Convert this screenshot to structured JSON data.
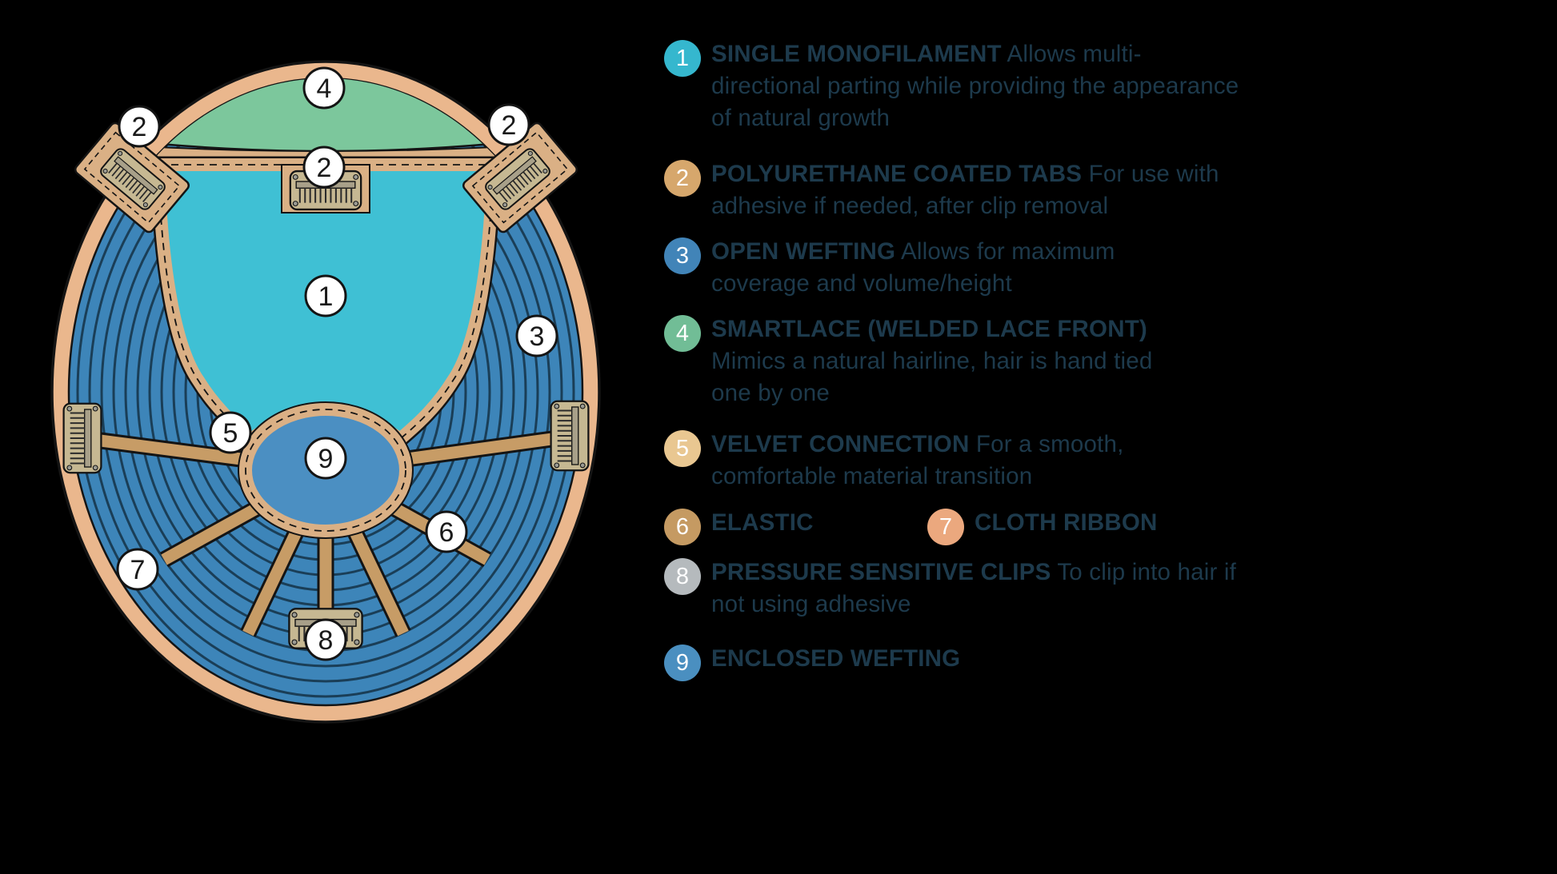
{
  "background": "#000000",
  "diagram": {
    "alt": "Wig cap construction diagram, inside view",
    "colors": {
      "rim": "#eab78d",
      "wefting": "#3d85b9",
      "weft_lines": "#1a3e57",
      "monofilament": "#3fc0d4",
      "lace_front": "#7cc79c",
      "ribbon": "#dab085",
      "spoke": "#c79c66",
      "enclosed_wefting": "#4b8fc2",
      "clip_body": "#c6b892",
      "outline": "#141414"
    },
    "badge_labels": {
      "monofilament": "1",
      "tabs": "2",
      "open_wefting": "3",
      "lace_front": "4",
      "velvet": "5",
      "elastic": "6",
      "cloth_ribbon": "7",
      "clips": "8",
      "enclosed_wefting": "9"
    }
  },
  "legend": {
    "text_color": "#1d3a4c",
    "items": [
      {
        "num": "1",
        "color": "#35b7ce",
        "title": "SINGLE MONOFILAMENT",
        "desc": "Allows multi-directional parting while providing the appearance of natural growth"
      },
      {
        "num": "2",
        "color": "#d6a76c",
        "title": "POLYURETHANE COATED TABS",
        "desc": "For use with adhesive if needed, after clip removal"
      },
      {
        "num": "3",
        "color": "#4184b8",
        "title": "OPEN WEFTING",
        "desc": "Allows for maximum coverage and volume/height"
      },
      {
        "num": "4",
        "color": "#71bd96",
        "title": "SMARTLACE (WELDED LACE FRONT)",
        "desc": "Mimics a natural hairline, hair is hand tied one by one"
      },
      {
        "num": "5",
        "color": "#e9c791",
        "title": "VELVET CONNECTION",
        "desc": "For a smooth, comfortable material transition"
      },
      {
        "num": "6",
        "color": "#c59a62",
        "title": "ELASTIC",
        "desc": ""
      },
      {
        "num": "7",
        "color": "#eba87e",
        "title": "CLOTH RIBBON",
        "desc": ""
      },
      {
        "num": "8",
        "color": "#b5babd",
        "title": "PRESSURE SENSITIVE CLIPS",
        "desc": "To clip into hair if not using adhesive"
      },
      {
        "num": "9",
        "color": "#4a8fc0",
        "title": "ENCLOSED WEFTING",
        "desc": ""
      }
    ]
  }
}
